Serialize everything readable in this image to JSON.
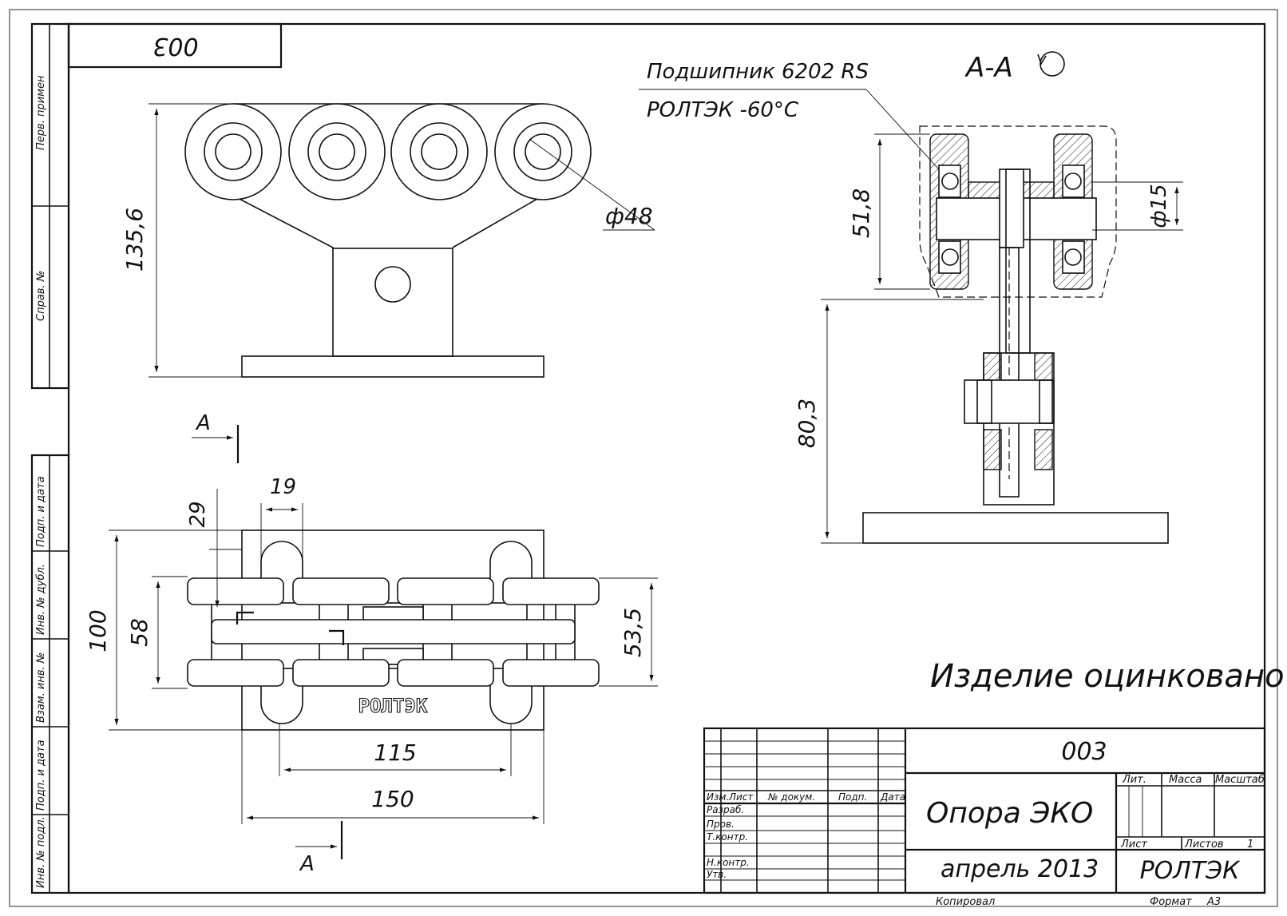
{
  "drawing_code": "003",
  "bearing_callout": {
    "line1": "Подшипник 6202 RS",
    "line2": "РОЛТЭК    -60°C"
  },
  "section_title": "А-А",
  "section_marks": {
    "top": "А",
    "bottom": "А"
  },
  "dimensions": {
    "overall_height": "135,6",
    "bolt_diameter": "ф48",
    "section_height": "51,8",
    "axle_diameter": "ф15",
    "stem_height": "80,3",
    "d29": "29",
    "d19": "19",
    "d100": "100",
    "d58": "58",
    "d53_5": "53,5",
    "d115": "115",
    "d150": "150"
  },
  "plate_brand": "РОЛТЭК",
  "note": "Изделие оцинковано",
  "side_stamp": {
    "perv_primen": "Перв. примен",
    "sprav": "Справ. №",
    "podp_data_1": "Подп. и дата",
    "inv_dubl": "Инв. № дубл.",
    "vzam_inv": "Взам. инв. №",
    "podp_data_2": "Подп. и дата",
    "inv_podl": "Инв. № подл."
  },
  "title_block": {
    "designation": "003",
    "name": "Опора ЭКО",
    "date": "апрель 2013",
    "company": "РОЛТЭК",
    "col_izm": "Изм.",
    "col_list": "Лист",
    "col_doc": "№ докум.",
    "col_podp": "Подп.",
    "col_data": "Дата",
    "row_razrab": "Разраб.",
    "row_prov": "Пров.",
    "row_tkontr": "Т.контр.",
    "row_nkontr": "Н.контр.",
    "row_utv": "Утв.",
    "lit": "Лит.",
    "massa": "Масса",
    "masshtab": "Масштаб",
    "list": "Лист",
    "listov": "Листов",
    "listov_val": "1",
    "kopiroval": "Копировал",
    "format": "Формат",
    "format_val": "А3"
  }
}
